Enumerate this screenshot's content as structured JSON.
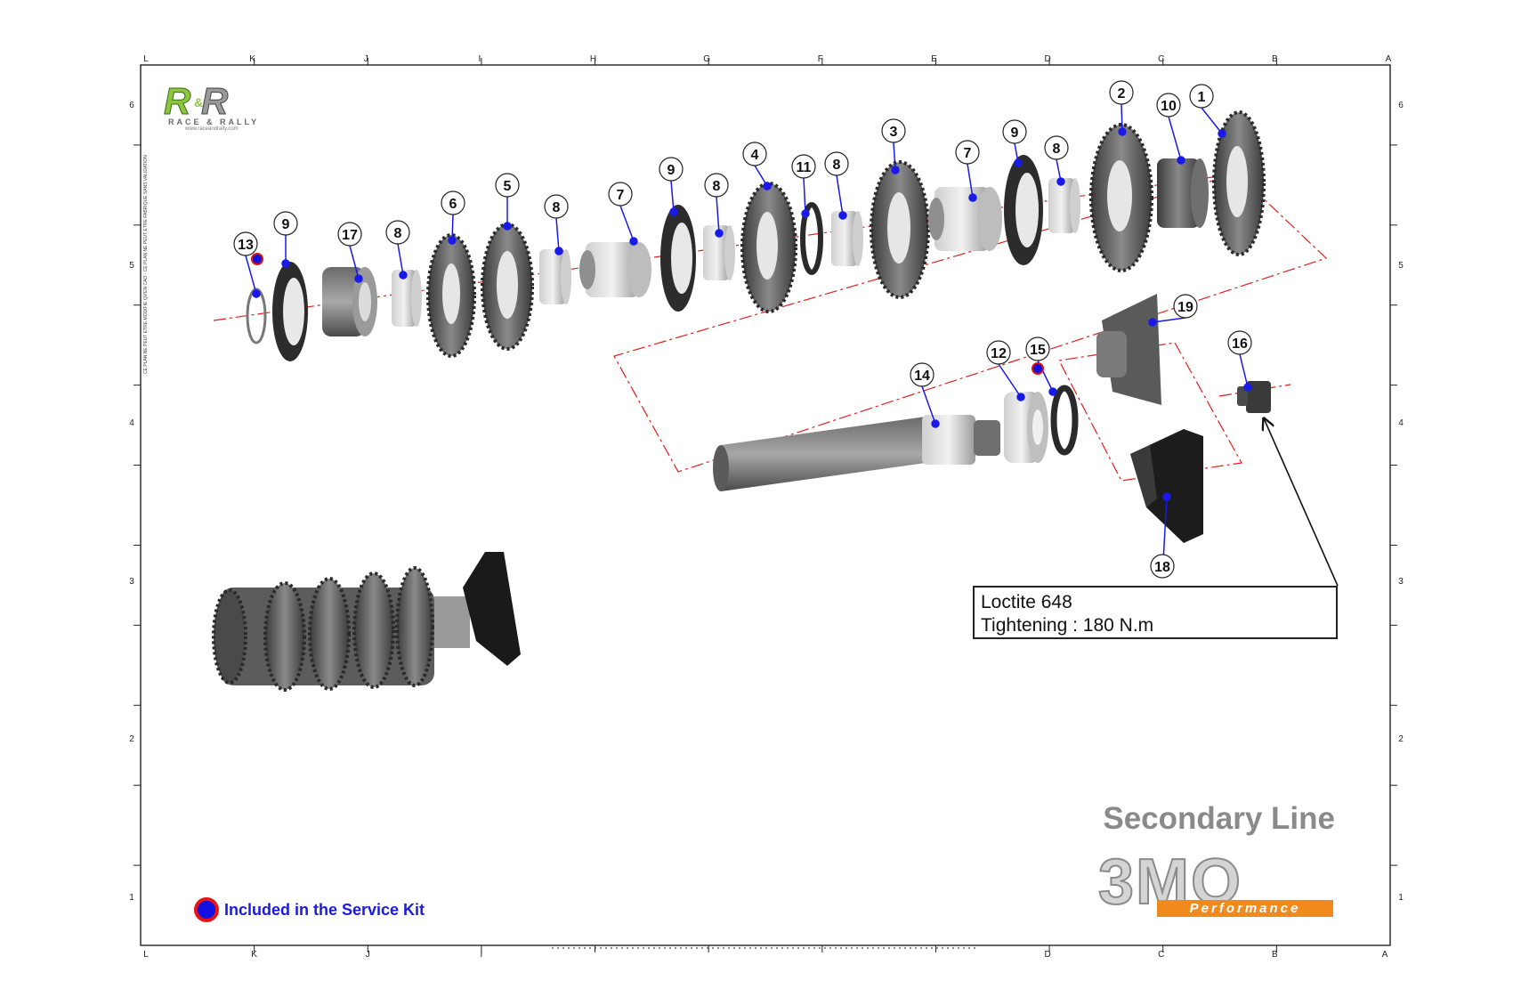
{
  "frame": {
    "top_columns": [
      "L",
      "K",
      "J",
      "I",
      "H",
      "G",
      "F",
      "E",
      "D",
      "C",
      "B",
      "A"
    ],
    "bottom_columns": [
      "L",
      "K",
      "J",
      "I",
      "D",
      "C",
      "B",
      "A"
    ],
    "left_rows": [
      "6",
      "5",
      "4",
      "3",
      "2",
      "1"
    ],
    "right_rows": [
      "6",
      "5",
      "4",
      "3",
      "2",
      "1"
    ]
  },
  "logo_rr": {
    "text": "R&R",
    "tagline": "RACE & RALLY",
    "url": "www.raceandrally.com",
    "accent": "#8cc63f"
  },
  "vertical_note": "CE PLAN NE PEUT ETRE MODIFIE QU'EN CAO - CE PLAN NE PEUT ETRE FABRIQUE SANS VALIDATION",
  "callouts": [
    {
      "num": "13"
    },
    {
      "num": "9"
    },
    {
      "num": "17"
    },
    {
      "num": "8"
    },
    {
      "num": "6"
    },
    {
      "num": "5"
    },
    {
      "num": "8"
    },
    {
      "num": "7"
    },
    {
      "num": "9"
    },
    {
      "num": "8"
    },
    {
      "num": "4"
    },
    {
      "num": "11"
    },
    {
      "num": "8"
    },
    {
      "num": "3"
    },
    {
      "num": "7"
    },
    {
      "num": "9"
    },
    {
      "num": "8"
    },
    {
      "num": "2"
    },
    {
      "num": "10"
    },
    {
      "num": "1"
    },
    {
      "num": "19"
    },
    {
      "num": "14"
    },
    {
      "num": "12"
    },
    {
      "num": "15"
    },
    {
      "num": "16"
    },
    {
      "num": "18"
    }
  ],
  "note": {
    "line1": "Loctite 648",
    "line2": "Tightening : 180 N.m"
  },
  "legend": {
    "text": "Included in the Service Kit",
    "dot_fill": "#1010e0",
    "dot_ring": "#e11111"
  },
  "title": "Secondary Line",
  "brand": {
    "word": "3MO",
    "sub": "Performance",
    "accent": "#f08a1c"
  },
  "colors": {
    "leader": "#1a1ae8",
    "axis": "#e02020",
    "part_dark": "#4a4a4a",
    "part_light": "#b8b8b8"
  }
}
